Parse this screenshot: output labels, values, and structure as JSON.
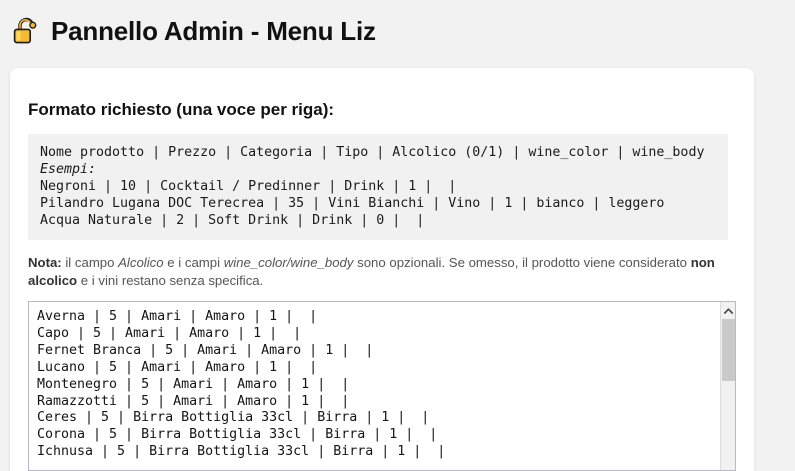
{
  "header": {
    "icon": "open-padlock-emoji",
    "title": "Pannello Admin - Menu Liz"
  },
  "card": {
    "section_title": "Formato richiesto (una voce per riga):",
    "format_block": {
      "schema_line": "Nome prodotto | Prezzo | Categoria | Tipo | Alcolico (0/1) | wine_color | wine_body",
      "examples_label": "Esempi:",
      "examples": [
        "Negroni | 10 | Cocktail / Predinner | Drink | 1 |  |",
        "Pilandro Lugana DOC Terecrea | 35 | Vini Bianchi | Vino | 1 | bianco | leggero",
        "Acqua Naturale | 2 | Soft Drink | Drink | 0 |  |"
      ]
    },
    "note": {
      "label": "Nota:",
      "text_1": " il campo ",
      "em_1": "Alcolico",
      "text_2": " e i campi ",
      "em_2": "wine_color/wine_body",
      "text_3": " sono opzionali. Se omesso, il prodotto viene considerato ",
      "strong_1": "non alcolico",
      "text_4": " e i vini restano senza specifica."
    },
    "textarea": {
      "name": "menu-items-textarea",
      "lines": [
        "Averna | 5 | Amari | Amaro | 1 |  |",
        "Capo | 5 | Amari | Amaro | 1 |  |",
        "Fernet Branca | 5 | Amari | Amaro | 1 |  |",
        "Lucano | 5 | Amari | Amaro | 1 |  |",
        "Montenegro | 5 | Amari | Amaro | 1 |  |",
        "Ramazzotti | 5 | Amari | Amaro | 1 |  |",
        "Ceres | 5 | Birra Bottiglia 33cl | Birra | 1 |  |",
        "Corona | 5 | Birra Bottiglia 33cl | Birra | 1 |  |",
        "Ichnusa | 5 | Birra Bottiglia 33cl | Birra | 1 |  |"
      ]
    }
  },
  "colors": {
    "page_background": "#f2f2f2",
    "card_background": "#ffffff",
    "code_background": "#f1f1f1",
    "title_text": "#111111",
    "note_text": "#555555",
    "textarea_border": "#b9b9c3",
    "scrollbar_thumb": "#c9c9c9",
    "lock_gold": "#f5b932"
  }
}
